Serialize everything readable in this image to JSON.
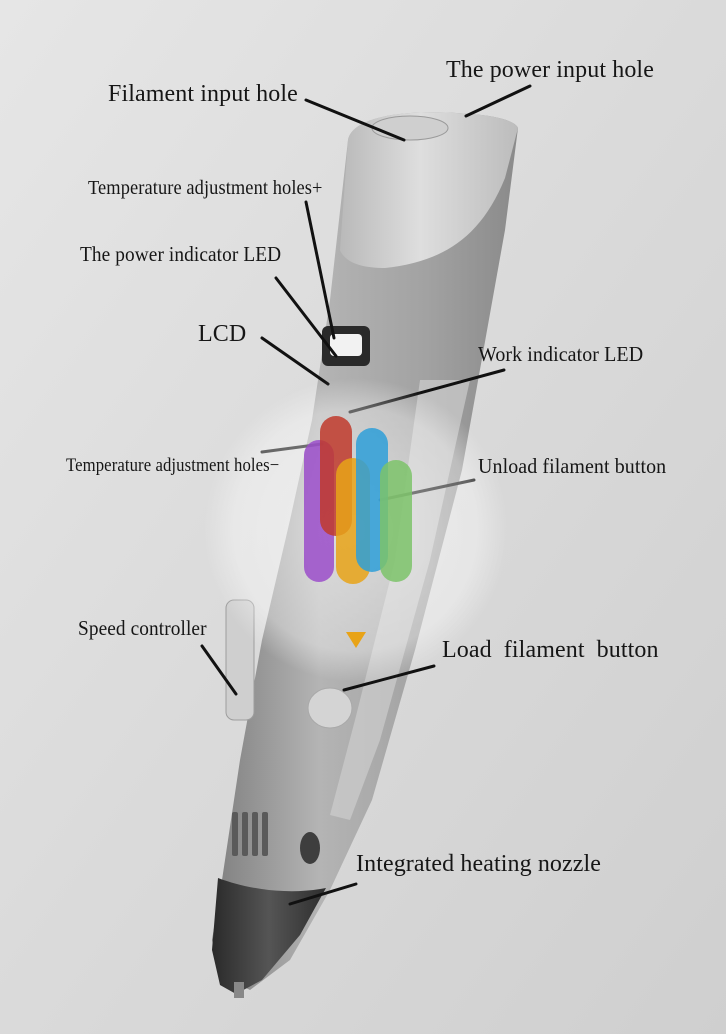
{
  "labels": {
    "filament_input_hole": "Filament input hole",
    "power_input_hole": "The power input hole",
    "temp_adjust_plus": "Temperature adjustment holes+",
    "power_indicator_led": "The power indicator LED",
    "lcd": "LCD",
    "work_indicator_led": "Work indicator LED",
    "temp_adjust_minus": "Temperature adjustment holes−",
    "unload_filament_button": "Unload filament button",
    "speed_controller": "Speed controller",
    "load_filament_button": "Load  filament button",
    "integrated_heating_nozzle": "Integrated heating nozzle"
  },
  "colors": {
    "background": "#d9d9d9",
    "pen_body": "#a9a9a9",
    "pen_shell": "#c4c4c4",
    "nozzle_tip": "#3a3a3a",
    "leader_line": "#111111",
    "watermark_red": "#c0392b",
    "watermark_blue": "#2e9fd8",
    "watermark_orange": "#e8a317",
    "watermark_green": "#7cc36a",
    "watermark_purple": "#9b4dca"
  },
  "watermark": {
    "icon": "3d-pen-logo-icon"
  }
}
